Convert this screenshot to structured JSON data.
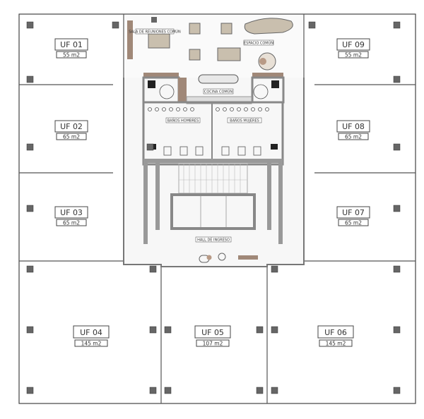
{
  "units": [
    {
      "id": "UF 01",
      "area": "55 m2"
    },
    {
      "id": "UF 02",
      "area": "65 m2"
    },
    {
      "id": "UF 03",
      "area": "65 m2"
    },
    {
      "id": "UF 04",
      "area": "145 m2"
    },
    {
      "id": "UF 05",
      "area": "107 m2"
    },
    {
      "id": "UF 06",
      "area": "145 m2"
    },
    {
      "id": "UF 07",
      "area": "65 m2"
    },
    {
      "id": "UF 08",
      "area": "65 m2"
    },
    {
      "id": "UF 09",
      "area": "55 m2"
    }
  ],
  "rooms": {
    "meeting": "SALA DE REUNIONES COMÚN",
    "common": "ESPACIO COMÚN",
    "kitchen": "COCINA COMÚN",
    "men": "BAÑOS HOMBRES",
    "women": "BAÑOS MUJERES",
    "hall": "HALL DE INGRESO"
  },
  "colors": {
    "wall": "#8a8a8a",
    "furniture": "#c9bfae",
    "wood": "#a08878",
    "column": "#666666",
    "line": "#444444"
  }
}
